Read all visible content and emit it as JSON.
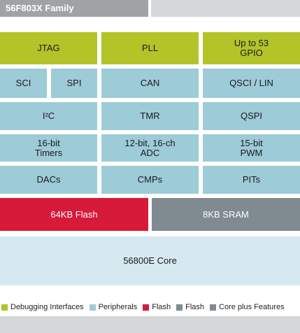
{
  "header": {
    "title": "56F803X Family"
  },
  "blocks": {
    "jtag": "JTAG",
    "pll": "PLL",
    "gpio": "Up to 53\nGPIO",
    "sci": "SCI",
    "spi": "SPI",
    "can": "CAN",
    "qsci_lin": "QSCI / LIN",
    "i2c": "I²C",
    "tmr": "TMR",
    "qspi": "QSPI",
    "timers": "16-bit\nTimers",
    "adc": "12-bit, 16-ch\nADC",
    "pwm": "15-bit\nPWM",
    "dacs": "DACs",
    "cmps": "CMPs",
    "pits": "PITs",
    "flash": "64KB Flash",
    "sram": "8KB SRAM",
    "core": "56800E Core"
  },
  "legend": [
    {
      "label": "Debugging Interfaces",
      "color": "#b3c429"
    },
    {
      "label": "Peripherals",
      "color": "#9dcbd8"
    },
    {
      "label": "Flash",
      "color": "#d7193a"
    },
    {
      "label": "Flash",
      "color": "#808a91"
    },
    {
      "label": "Core plus Features",
      "color": "#808a91"
    }
  ]
}
